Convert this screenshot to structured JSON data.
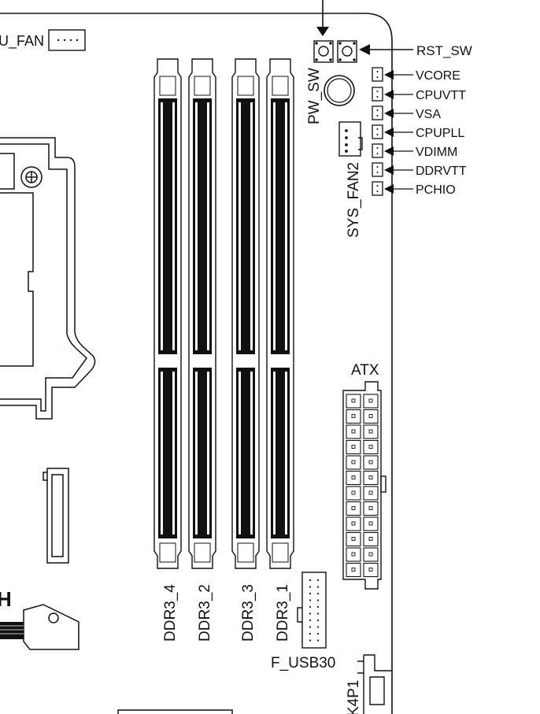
{
  "diagram": {
    "labels": {
      "cpu_fan": "U_FAN",
      "rst_sw": "RST_SW",
      "pw_sw": "PW_SW",
      "sys_fan2": "SYS_FAN2",
      "atx": "ATX",
      "f_usb30": "F_USB30",
      "atx_4p1": "K4P1",
      "south_bridge_partial": "H"
    },
    "voltage_points": [
      "VCORE",
      "CPUVTT",
      "VSA",
      "CPUPLL",
      "VDIMM",
      "DDRVTT",
      "PCHIO"
    ],
    "dimm_slots": [
      "DDR3_4",
      "DDR3_2",
      "DDR3_3",
      "DDR3_1"
    ],
    "colors": {
      "line": "#111111",
      "fill_dark": "#111111",
      "background": "#ffffff"
    }
  }
}
